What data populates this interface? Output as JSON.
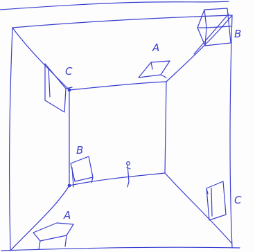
{
  "ink_color": "#3a3fd0",
  "paper_color": "#fdfdfd",
  "labels": {
    "ceiling_left": "C",
    "ceiling_center": "A",
    "corner_top_right": "B",
    "wall_left": "B",
    "wall_right": "C",
    "floor_front_left": "A"
  }
}
